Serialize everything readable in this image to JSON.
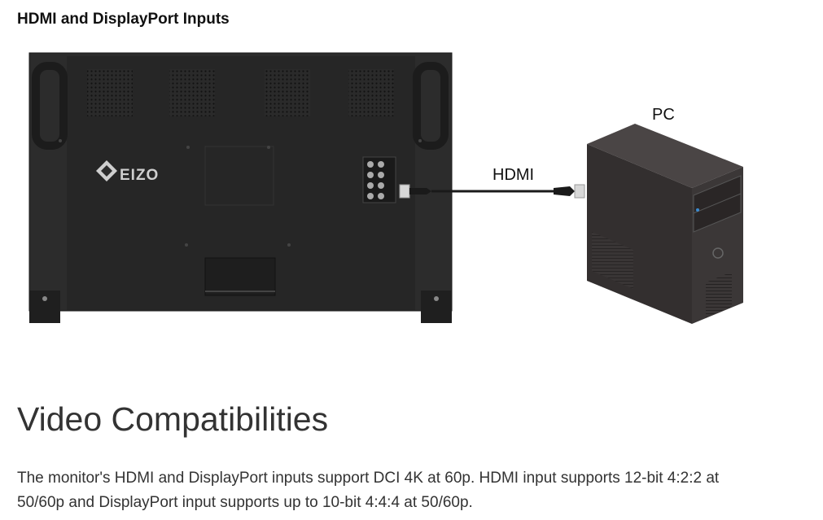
{
  "section": {
    "heading": "HDMI and DisplayPort Inputs"
  },
  "diagram": {
    "brand_logo_text": "EIZO",
    "cable_label": "HDMI",
    "pc_label": "PC"
  },
  "article": {
    "title": "Video Compatibilities",
    "paragraph": "The monitor's HDMI and DisplayPort inputs support DCI 4K at 60p. HDMI input supports 12-bit 4:2:2 at 50/60p and DisplayPort input supports up to 10-bit 4:4:4 at 50/60p."
  },
  "colors": {
    "monitor_body": "#2b2b2b",
    "pc_case": "#3a3636",
    "text": "#333333"
  }
}
